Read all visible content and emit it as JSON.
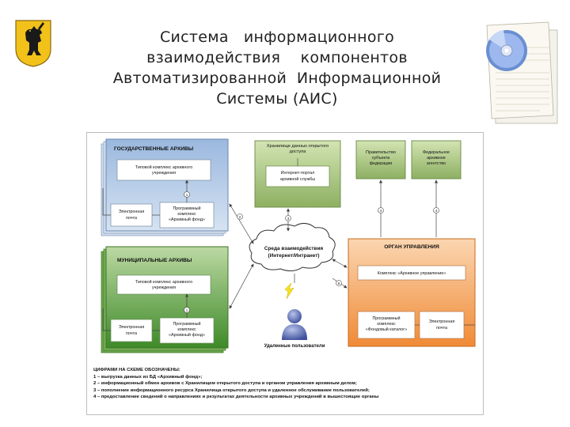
{
  "slide": {
    "title_lines": [
      "Система   информационного",
      "взаимодействия    компонентов",
      "Автоматизированной  Информационной",
      "Системы (АИС)"
    ]
  },
  "diagram": {
    "state_archives": {
      "title": "ГОСУДАРСТВЕННЫЕ АРХИВЫ",
      "typical_complex": [
        "Типовой комплекс архивного",
        "учреждения"
      ],
      "email": [
        "Электронная",
        "почта"
      ],
      "software": [
        "Программный",
        "комплекс",
        "«Архивный фонд»"
      ]
    },
    "municipal_archives": {
      "title": "МУНИЦИПАЛЬНЫЕ АРХИВЫ",
      "typical_complex": [
        "Типовой комплекс архивного",
        "учреждения"
      ],
      "email": [
        "Электронная",
        "почта"
      ],
      "software": [
        "Программный",
        "комплекс",
        "«Архивный фонд»"
      ]
    },
    "open_storage": {
      "title": [
        "Хранилище данных открытого",
        "доступа"
      ],
      "portal": [
        "Интернет-портал",
        "архивной службы"
      ]
    },
    "government": [
      "Правительство",
      "субъекта",
      "федерации"
    ],
    "federal_agency": [
      "Федеральное",
      "архивное",
      "агентство"
    ],
    "cloud": [
      "Среда взаимодействия",
      "(Интернет/Интранет)"
    ],
    "management": {
      "title": "ОРГАН УПРАВЛЕНИЯ",
      "complex": "Комплекс «Архивное управление»",
      "software": [
        "Программный",
        "комплекс",
        "«Фондовый каталог»"
      ],
      "email": [
        "Электронная",
        "почта"
      ]
    },
    "remote_users": "Удаленные пользователи",
    "markers": [
      "1",
      "2",
      "3",
      "4",
      "5"
    ],
    "legend": {
      "header": "ЦИФРАМИ НА СХЕМЕ ОБОЗНАЧЕНЫ:",
      "items": [
        "1 – выгрузка данных из БД «Архивный фонд»;",
        "2 – информационный обмен архивов с Хранилищем открытого доступа и органом управления архивным делом;",
        "3 – пополнение информационного ресурса Хранилища открытого доступа и удаленное обслуживание пользователей;",
        "4 – предоставление сведений о направлениях и результатах деятельности архивных учреждений в вышестоящие органы"
      ]
    }
  },
  "colors": {
    "state_fill": "#b9cfe8",
    "municipal_fill": "#5f9e3c",
    "open_storage_fill": "#a8c07a",
    "management_fill": "#f4a35a",
    "government_fill": "#b8d28e"
  }
}
